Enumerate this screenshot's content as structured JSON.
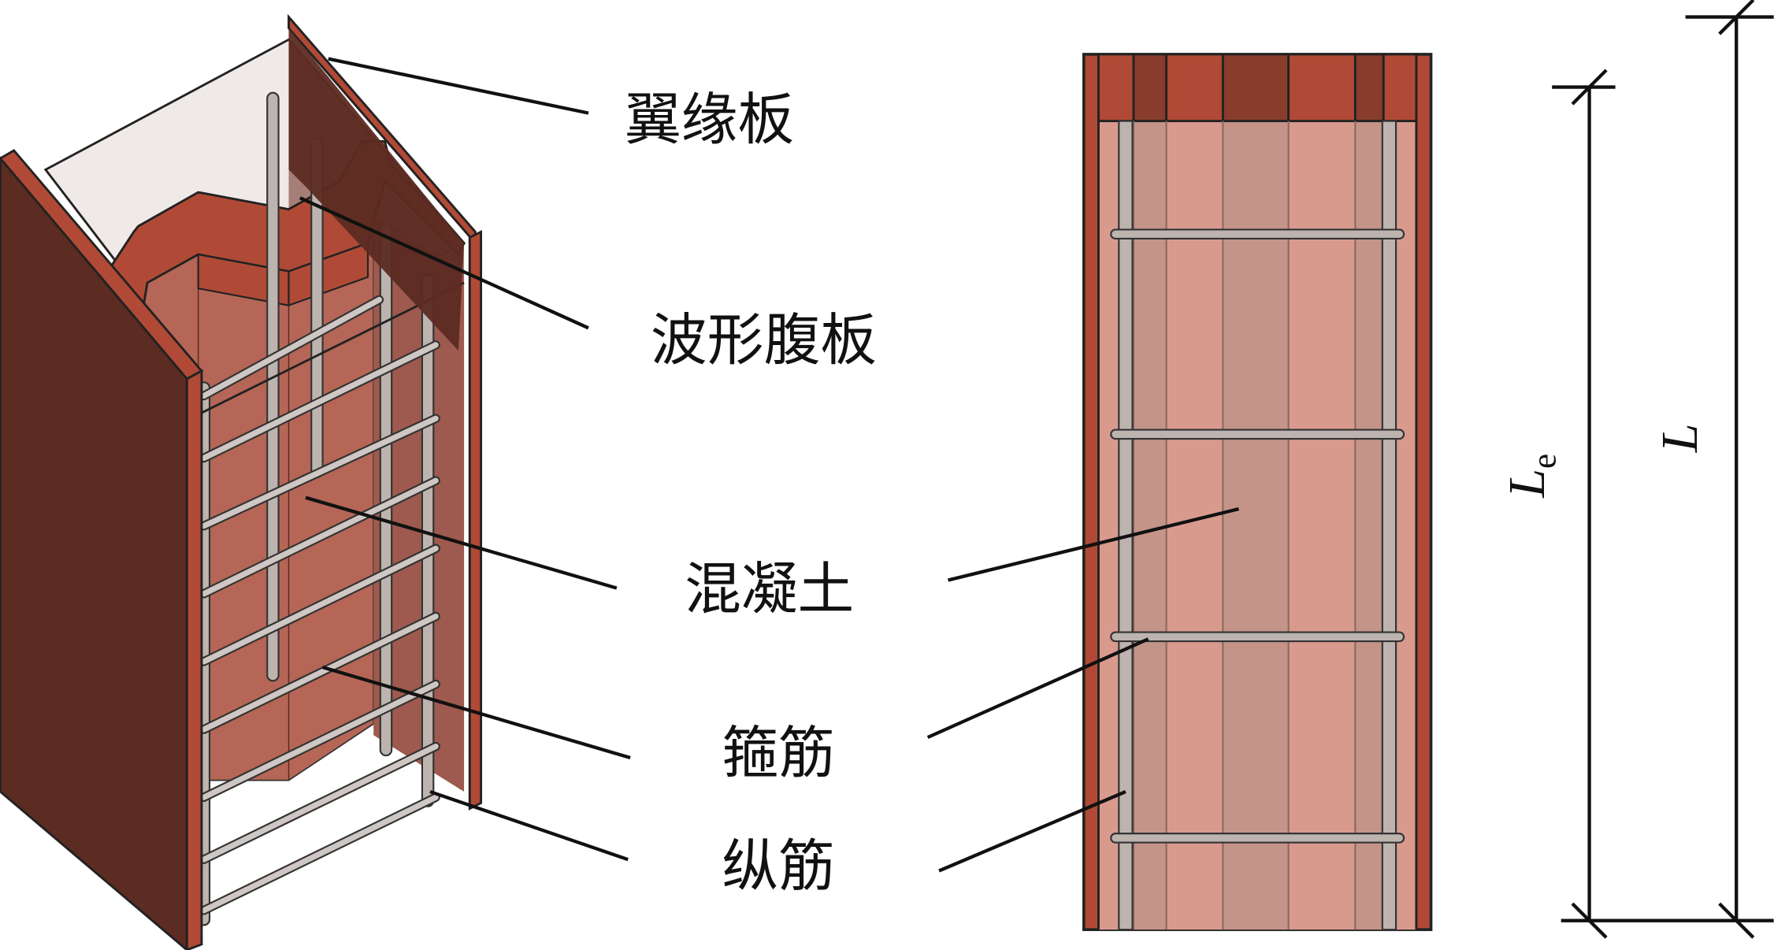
{
  "labels": {
    "flange_plate": "翼缘板",
    "corrugated_web": "波形腹板",
    "concrete": "混凝土",
    "stirrup": "箍筋",
    "longitudinal_bar": "纵筋"
  },
  "dimensions": {
    "effective_length_symbol": "L",
    "effective_length_subscript": "e",
    "total_length": "L"
  },
  "colors": {
    "flange_dark": "#5c2b22",
    "steel_orange": "#b04a36",
    "steel_dark": "#8a3c2c",
    "concrete_light": "#d99a8e",
    "concrete_dark": "#c59488",
    "rebar": "#bdb4b0"
  }
}
